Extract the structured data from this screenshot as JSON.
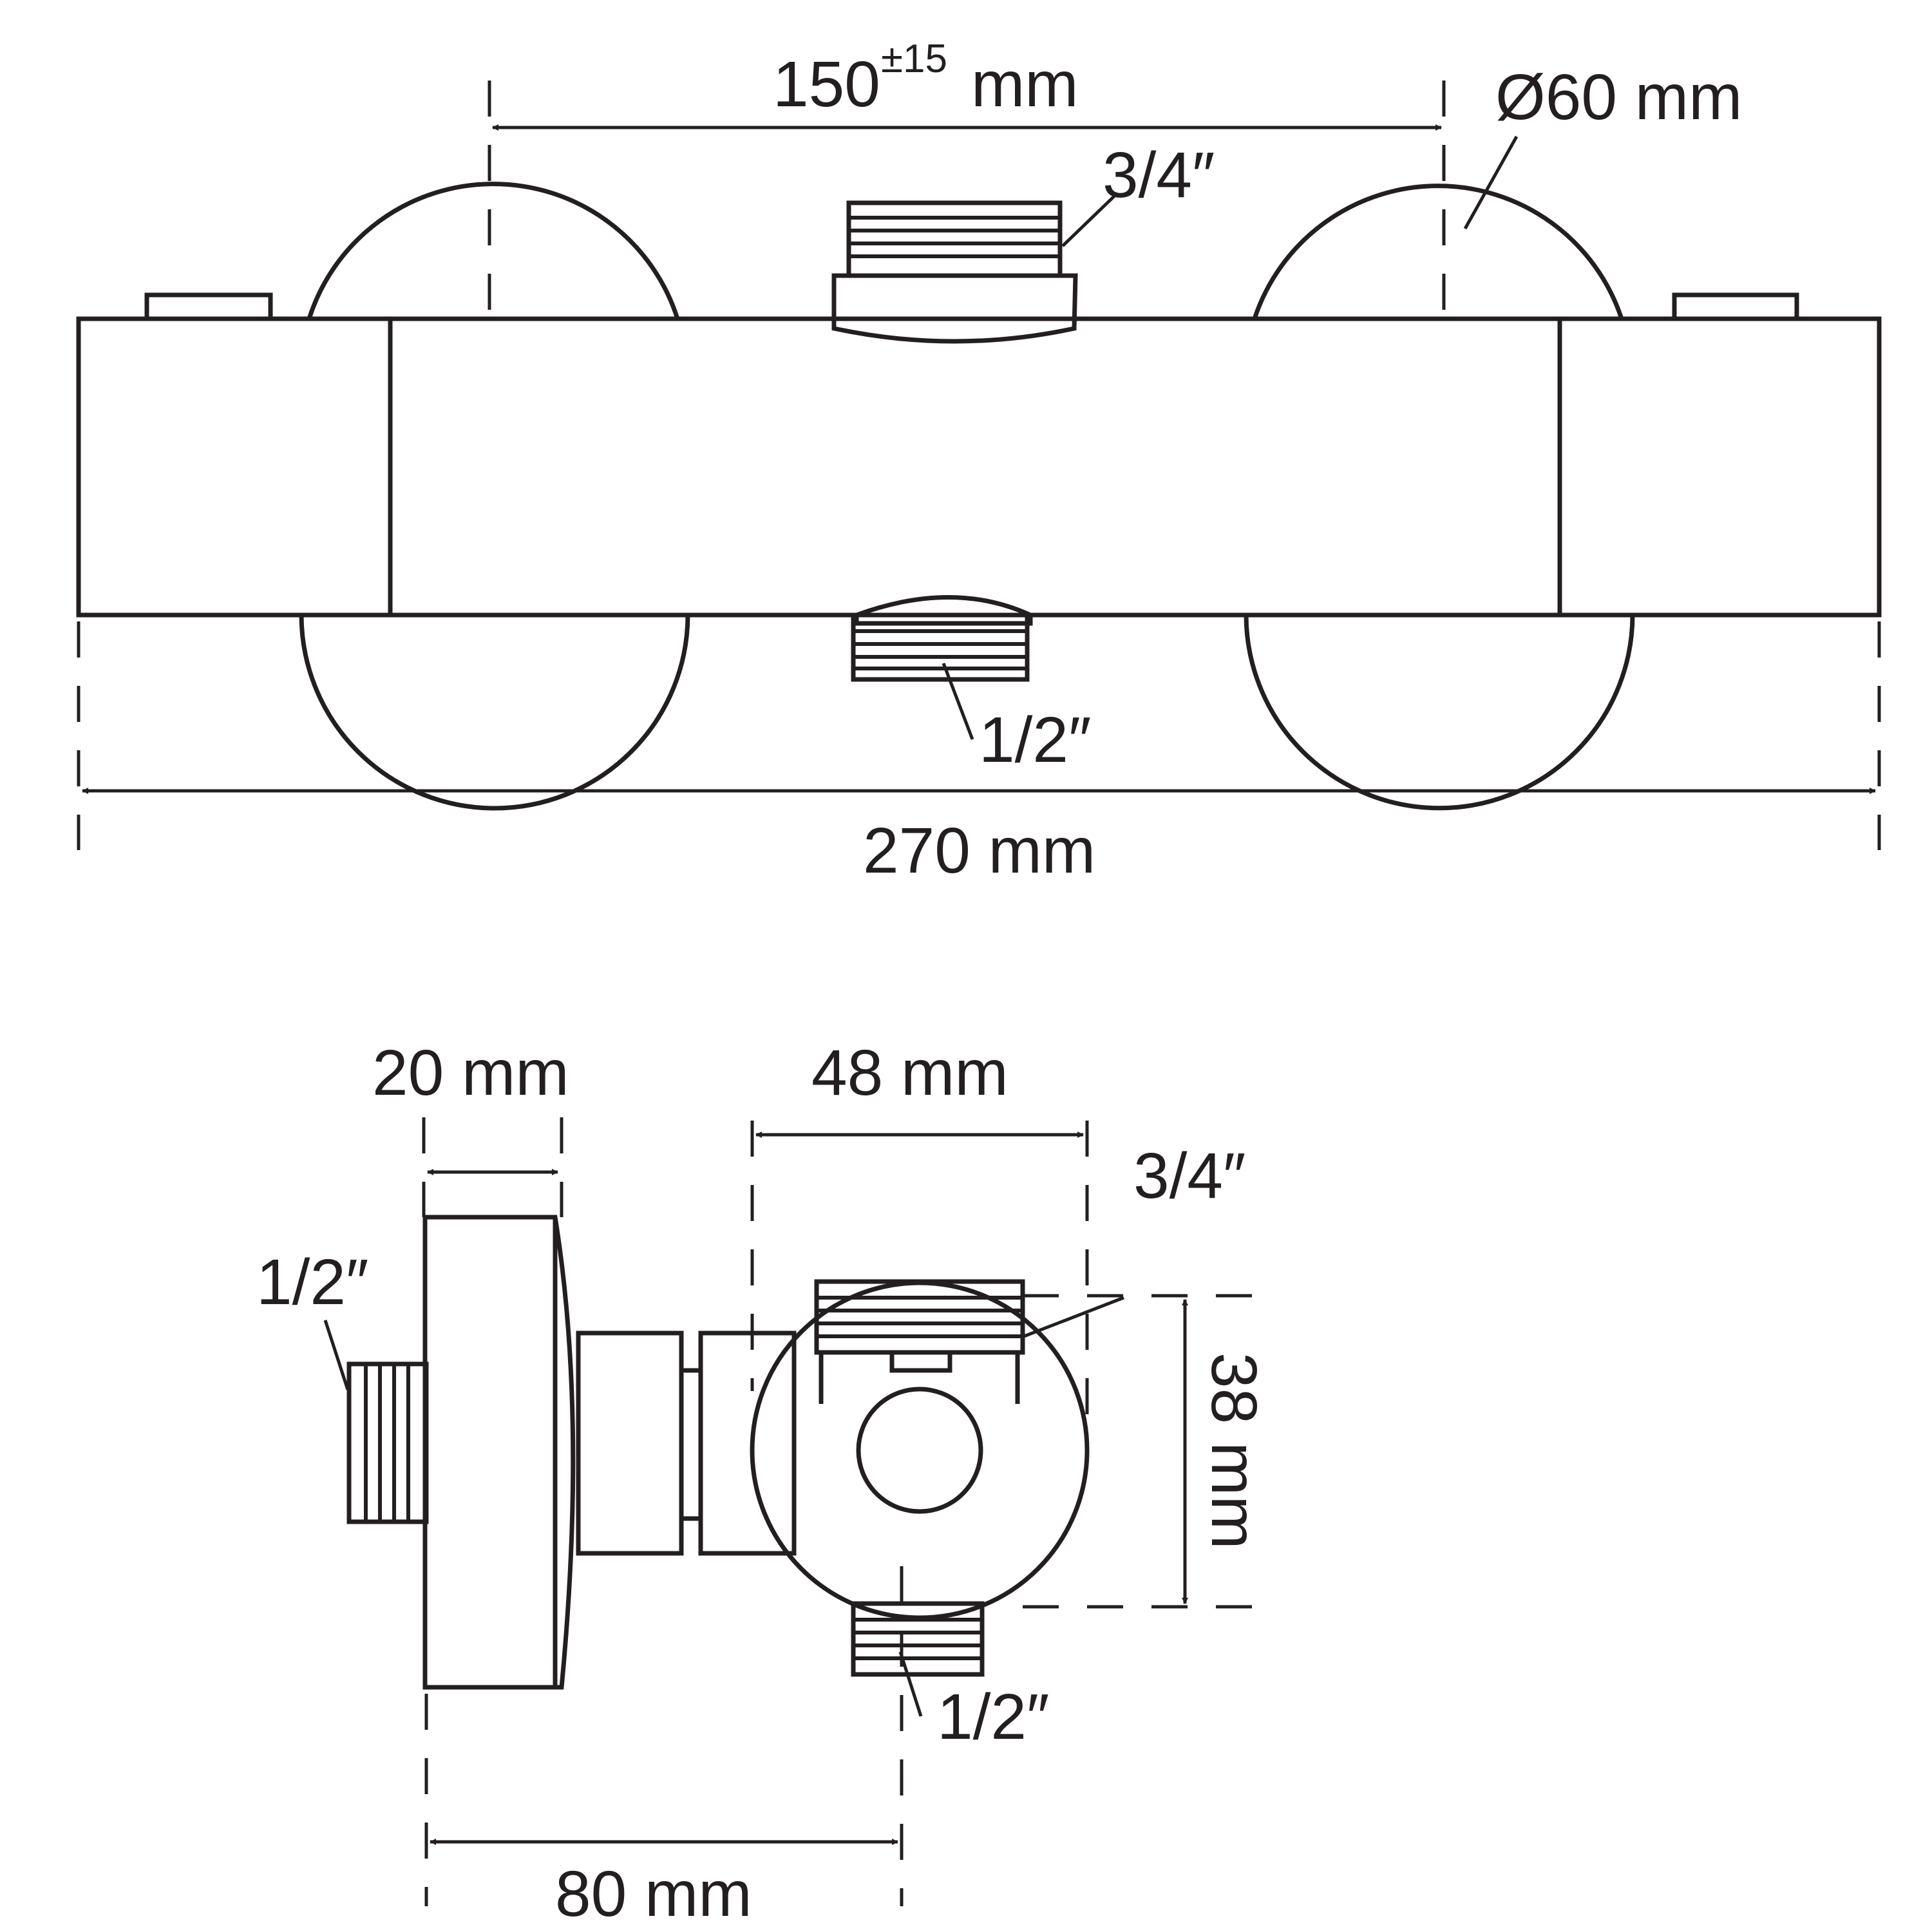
{
  "labels": {
    "spacing": "150",
    "spacing_tolerance": "±15",
    "spacing_unit": "mm",
    "knob_diameter": "Ø60 mm",
    "top_outlet": "3/4″",
    "bottom_inlet": "1/2″",
    "overall_length": "270 mm",
    "wall_plate_depth": "20 mm",
    "body_width": "48 mm",
    "side_top_outlet": "3/4″",
    "side_inlet": "1/2″",
    "body_height": "38 mm",
    "side_bottom_outlet": "1/2″",
    "projection": "80 mm"
  },
  "colors": {
    "line": "#231f20",
    "background": "#ffffff"
  }
}
